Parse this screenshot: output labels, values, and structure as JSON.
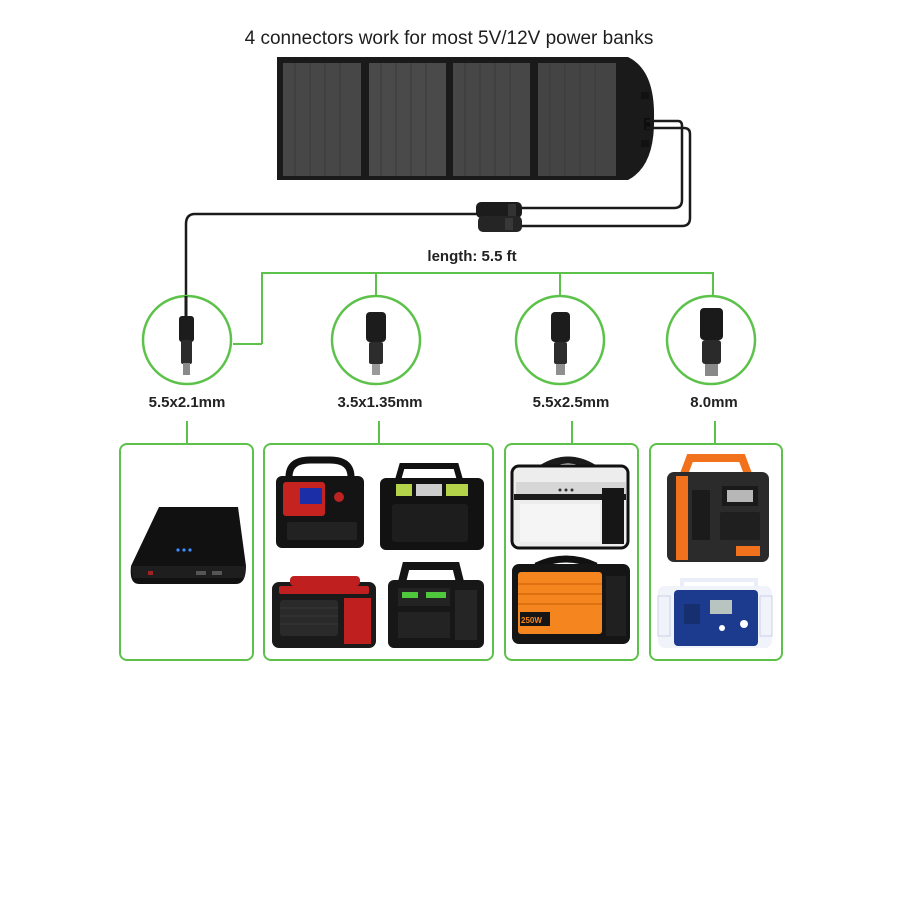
{
  "heading": "4 connectors work for most 5V/12V power banks",
  "cable": {
    "length_label": "length: 5.5 ft"
  },
  "connectors": [
    {
      "label": "5.5x2.1mm"
    },
    {
      "label": "3.5x1.35mm"
    },
    {
      "label": "5.5x2.5mm"
    },
    {
      "label": "8.0mm"
    }
  ],
  "device_badges": {
    "orange_station": "250W"
  },
  "colors": {
    "accent_green": "#5cc24a",
    "cable": "#1b1b1b",
    "panel": "#3d3d3d"
  },
  "icons": [
    "solar-panel-icon",
    "mc4-connector-icon",
    "dc-plug-icon",
    "power-bank-icon",
    "portable-power-station-icon"
  ]
}
